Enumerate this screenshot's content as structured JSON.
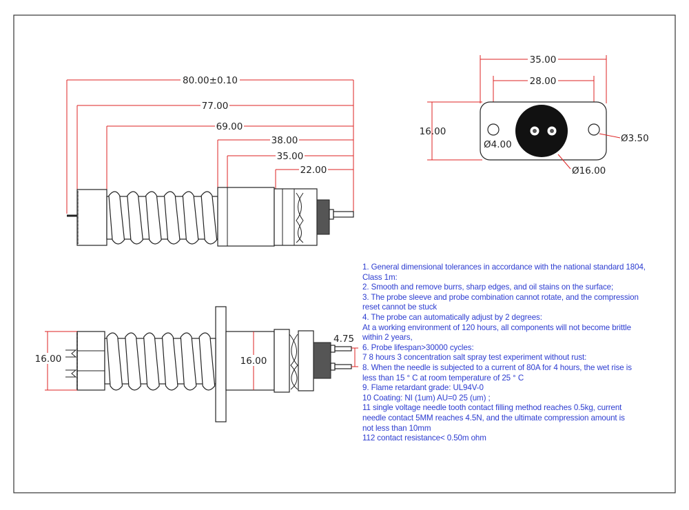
{
  "top_view": {
    "dims": [
      "80.00±0.10",
      "77.00",
      "69.00",
      "38.00",
      "35.00",
      "22.00"
    ]
  },
  "front_view": {
    "width_outer": "35.00",
    "hole_spacing": "28.00",
    "height": "16.00",
    "hole_left": "Ø4.00",
    "hole_right": "Ø3.50",
    "center_dia": "Ø16.00"
  },
  "side_view": {
    "cap_dia": "16.00",
    "body_dia": "16.00",
    "pin_pitch": "4.75"
  },
  "notes": [
    "1. General dimensional tolerances in accordance with the national standard 1804,",
    "Class 1m:",
    "2. Smooth and remove burrs, sharp edges, and oil stains on the surface;",
    "3. The probe sleeve and probe combination cannot rotate, and the compression",
    "reset cannot be stuck",
    "4. The probe can automatically adjust by 2 degrees:",
    "At a working environment of 120 hours, all components will not become brittle",
    "within 2 years,",
    "6. Probe lifespan>30000 cycles:",
    "7 8 hours 3 concentration salt spray test experiment without rust:",
    "8. When the needle is subjected to a current of 80A for 4 hours, the wet rise is",
    "less than 15 ° C at room temperature of 25 ° C",
    "9. Flame retardant grade: UL94V-0",
    "10 Coating: NI (1um) AU=0 25 (um) ;",
    "11 single voltage needle tooth contact filling method reaches 0.5kg, current",
    "needle contact 5MM reaches 4.5N, and the ultimate compression amount is",
    "not less than 10mm",
    "112 contact resistance< 0.50m ohm"
  ],
  "colors": {
    "notes": "#2b3bd0",
    "dimension": "#d22222",
    "outline": "#222222"
  }
}
